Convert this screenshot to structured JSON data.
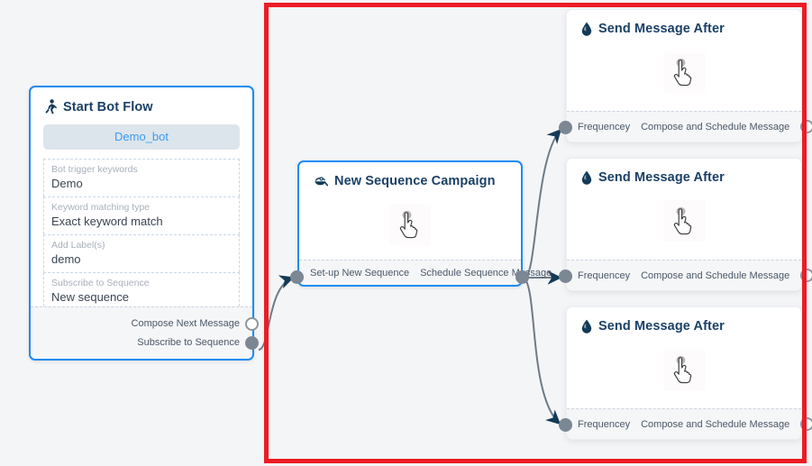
{
  "canvas": {
    "background_color": "#f4f5f7",
    "highlight_color": "#ec1c24",
    "accent_color": "#1a8cf0",
    "title_color": "#1b4066",
    "port_color": "#7c8794"
  },
  "nodes": {
    "start_bot_flow": {
      "title": "Start Bot Flow",
      "icon": "running-person-icon",
      "bot_pill": "Demo_bot",
      "fields": [
        {
          "label": "Bot trigger keywords",
          "value": "Demo"
        },
        {
          "label": "Keyword matching type",
          "value": "Exact keyword match"
        },
        {
          "label": "Add Label(s)",
          "value": "demo"
        },
        {
          "label": "Subscribe to Sequence",
          "value": "New sequence"
        }
      ],
      "outputs": [
        {
          "label": "Compose Next Message",
          "port": "hollow"
        },
        {
          "label": "Subscribe to Sequence",
          "port": "filled"
        }
      ]
    },
    "new_sequence_campaign": {
      "title": "New Sequence Campaign",
      "icon": "campaign-bowl-icon",
      "cursor": "pointing-hand-cursor",
      "input_label": "Set-up New Sequence",
      "output_label": "Schedule Sequence Message"
    },
    "send_message_cards": [
      {
        "title": "Send Message After",
        "icon": "water-drop-icon",
        "cursor": "pointing-hand-cursor",
        "input_label": "Frequencey",
        "output_label": "Compose and Schedule Message"
      },
      {
        "title": "Send Message After",
        "icon": "water-drop-icon",
        "cursor": "pointing-hand-cursor",
        "input_label": "Frequencey",
        "output_label": "Compose and Schedule Message"
      },
      {
        "title": "Send Message After",
        "icon": "water-drop-icon",
        "cursor": "pointing-hand-cursor",
        "input_label": "Frequencey",
        "output_label": "Compose and Schedule Message"
      }
    ]
  }
}
